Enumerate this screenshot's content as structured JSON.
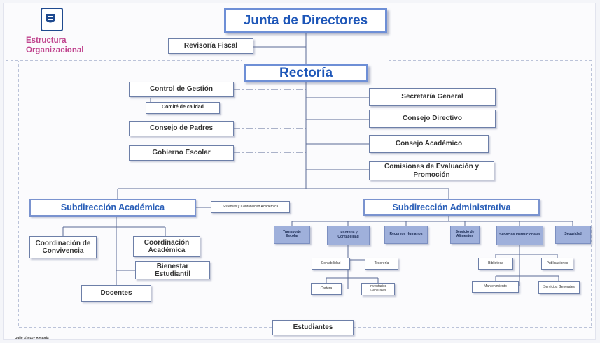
{
  "header": {
    "title": "Estructura Organizacional",
    "logo_icon": "institution-shield-logo"
  },
  "nodes": {
    "junta": "Junta de Directores",
    "revisoria": "Revisoría Fiscal",
    "rectoria": "Rectoría",
    "control": "Control de Gestión",
    "comite": "Comité de calidad",
    "padres": "Consejo de Padres",
    "gobierno": "Gobierno Escolar",
    "secretaria": "Secretaría General",
    "directivo": "Consejo Directivo",
    "academico": "Consejo Académico",
    "comisiones": "Comisiones de Evaluación y Promoción",
    "sub_academica": "Subdirección Académica",
    "sistemas": "Sistemas y Contabilidad Académica",
    "sub_administrativa": "Subdirección Administrativa",
    "convivencia": "Coordinación de Convivencia",
    "coord_academica": "Coordinación Académica",
    "bienestar": "Bienestar Estudiantil",
    "docentes": "Docentes",
    "transporte": "Transporte Escolar",
    "tesoreria_cont": "Tesorería y Contabilidad",
    "recursos": "Recursos Humanos",
    "alimentos": "Servicio de Alimentos",
    "institucionales": "Servicios Institucionales",
    "seguridad": "Seguridad",
    "contabilidad": "Contabilidad",
    "tesoreria": "Tesorería",
    "cartera": "Cartera",
    "inventarios": "Inventarios Generales",
    "biblioteca": "Biblioteca",
    "publicaciones": "Publicaciones",
    "mantenimiento": "Mantenimiento",
    "servicios_generales": "Servicios Generales",
    "estudiantes": "Estudiantes"
  },
  "footnote": "Julio 7/2010 - Rectoría",
  "colors": {
    "title_pink": "#c0448e",
    "heading_blue": "#1d56b8",
    "box_border": "#6d7fa8",
    "filled_box": "#9fb0db",
    "line": "#5a6a95"
  }
}
